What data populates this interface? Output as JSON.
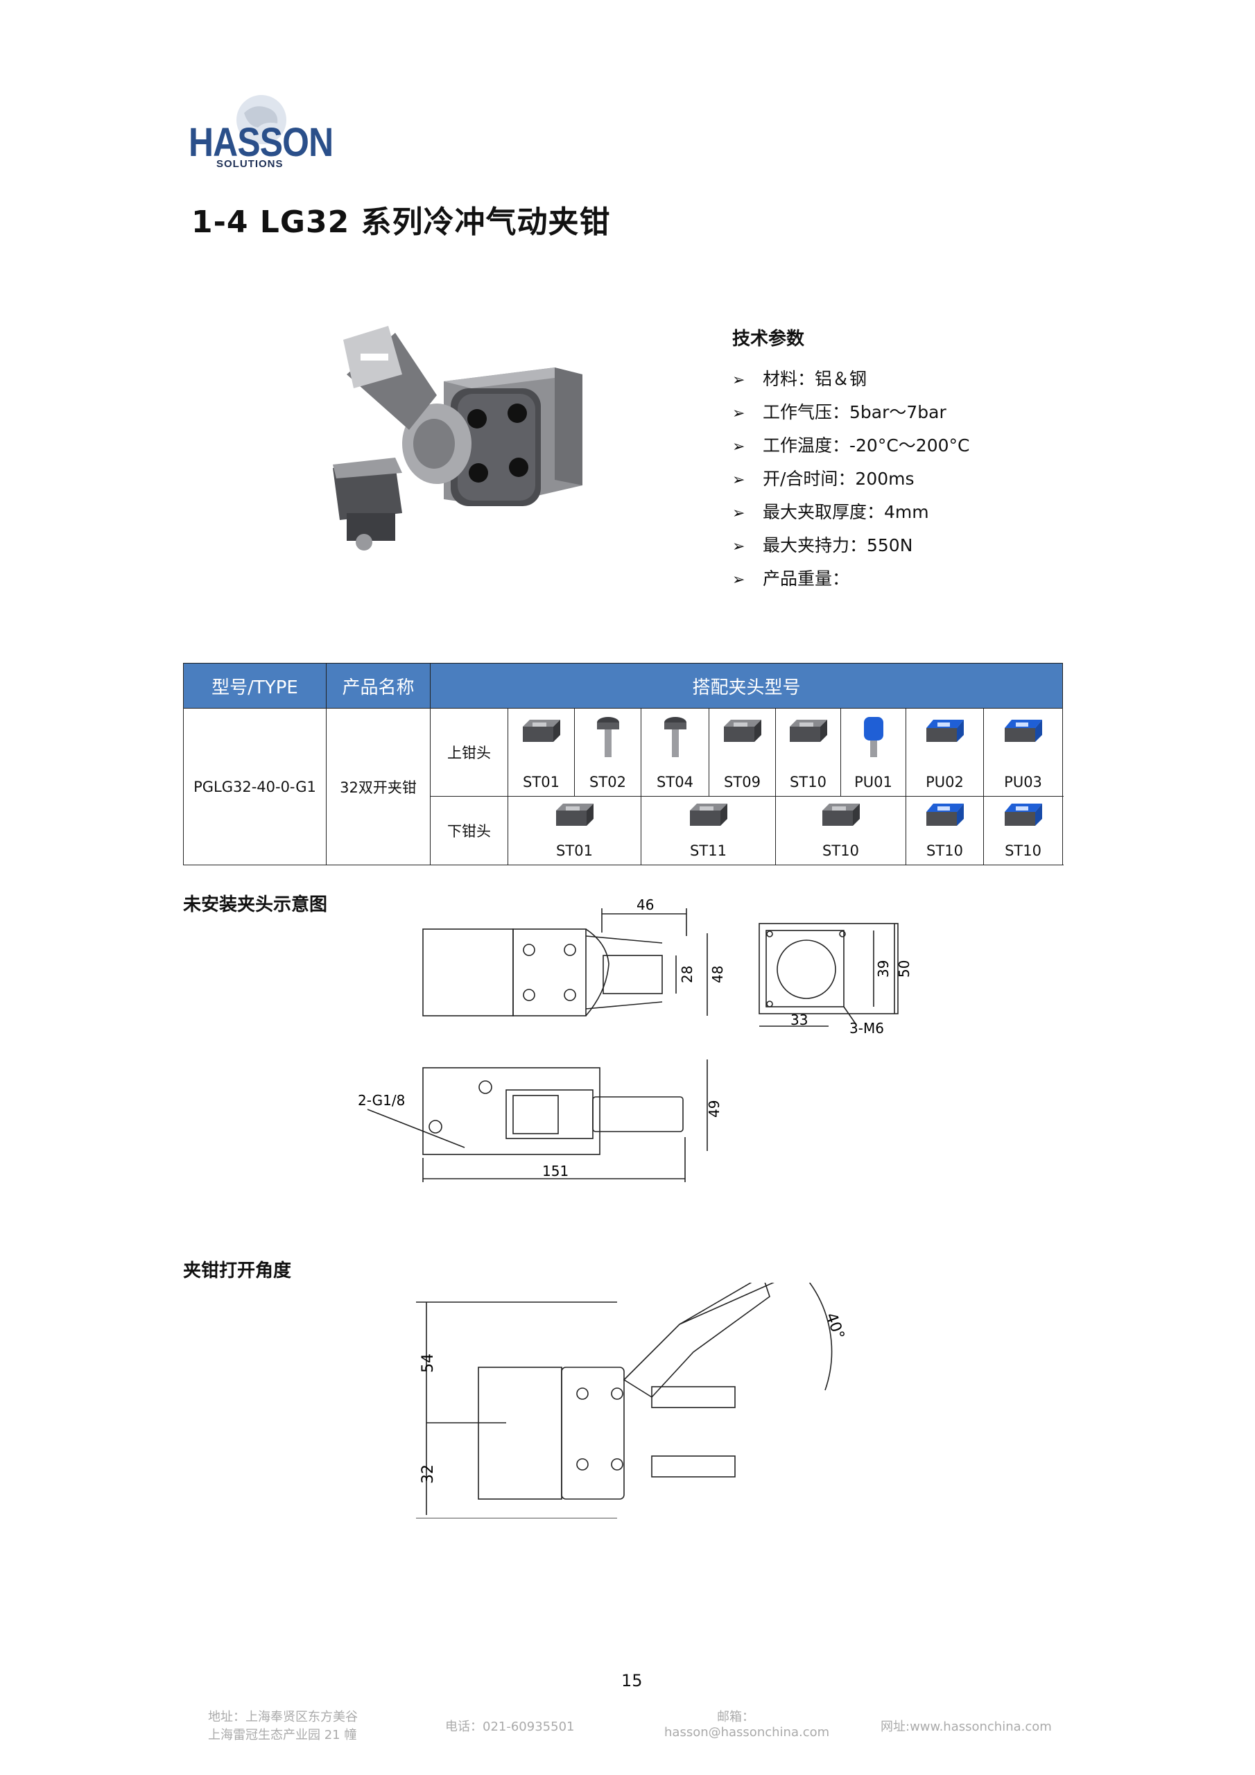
{
  "logo": {
    "word": "HASSON",
    "sub": "SOLUTIONS"
  },
  "title": "1-4   LG32 系列冷冲气动夹钳",
  "specs": {
    "heading": "技术参数",
    "items": [
      "材料：铝＆钢",
      "工作气压：5bar～7bar",
      "工作温度：-20°C～200°C",
      "开/合时间：200ms",
      "最大夹取厚度：4mm",
      "最大夹持力：550N",
      "产品重量："
    ]
  },
  "table": {
    "headers": [
      "型号/TYPE",
      "产品名称",
      "搭配夹头型号"
    ],
    "model": "PGLG32-40-0-G1",
    "name": "32双开夹钳",
    "upper_label": "上钳头",
    "lower_label": "下钳头",
    "upper_jaws": [
      "ST01",
      "ST02",
      "ST04",
      "ST09",
      "ST10",
      "PU01",
      "PU02",
      "PU03"
    ],
    "lower_jaws": [
      "ST01",
      "ST11",
      "ST10",
      "ST10",
      "ST10"
    ],
    "colors": {
      "header_bg": "#4a7ebf",
      "jaw_grey": "#555555",
      "jaw_blue": "#1f5fd6"
    }
  },
  "section1": "未安装夹头示意图",
  "section2": "夹钳打开角度",
  "dims": {
    "d46": "46",
    "d28": "28",
    "d48": "48",
    "d39": "39",
    "d50": "50",
    "d33": "33",
    "m6": "3-M6",
    "g18": "2-G1/8",
    "d49": "49",
    "d151": "151",
    "d54": "54",
    "d32": "32",
    "angle": "40°"
  },
  "page_number": "15",
  "footer": {
    "address1": "地址：上海奉贤区东方美谷",
    "address2": "上海雷冠生态产业园 21 幢",
    "phone": "电话：021-60935501",
    "email_label": "邮箱：",
    "email": "hasson@hassonchina.com",
    "website": "网址:www.hassonchina.com"
  }
}
